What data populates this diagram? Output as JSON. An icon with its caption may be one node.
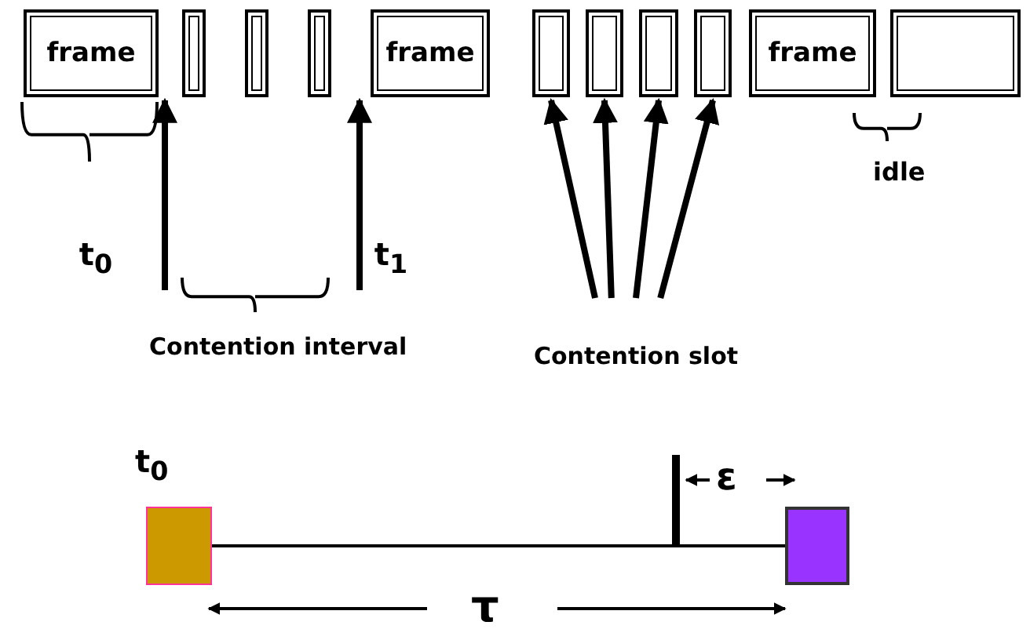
{
  "diagram": {
    "nodes": [
      {
        "text": [
          "frame"
        ]
      },
      {
        "text": [],
        "shape": "box"
      },
      {
        "text": [],
        "shape": "box"
      },
      {
        "text": [],
        "shape": "box"
      },
      {
        "text": [
          "frame"
        ]
      },
      {
        "text": [],
        "shape": "box"
      },
      {
        "text": [],
        "shape": "box"
      },
      {
        "text": [],
        "shape": "box"
      },
      {
        "text": [],
        "shape": "box"
      },
      {
        "text": [
          "frame"
        ]
      },
      {
        "text": [],
        "shape": "box"
      },
      {
        "text": [
          "t$_{0}$"
        ]
      },
      {
        "text": [
          "t$_{1}$"
        ]
      },
      {
        "text": [
          "Contention slot"
        ]
      },
      {
        "text": [],
        "shape": "box"
      },
      {
        "text": [],
        "shape": "box"
      }
    ],
    "edges": [
      {
        "from": 11,
        "to": 0,
        "arrow": "to"
      },
      {
        "from": 12,
        "to": 4,
        "arrow": "to"
      },
      {
        "from": 13,
        "to": 5,
        "arrow": "to"
      },
      {
        "from": 13,
        "to": 6,
        "arrow": "to"
      },
      {
        "from": 13,
        "to": 7,
        "arrow": "to"
      },
      {
        "from": 13,
        "to": 8,
        "arrow": "to"
      },
      {
        "from": 14,
        "to": 15,
        "arrow": "none"
      }
    ],
    "labels": [
      "idle",
      "Contention interval",
      "t$_{0}$",
      "ε",
      "τ"
    ]
  }
}
